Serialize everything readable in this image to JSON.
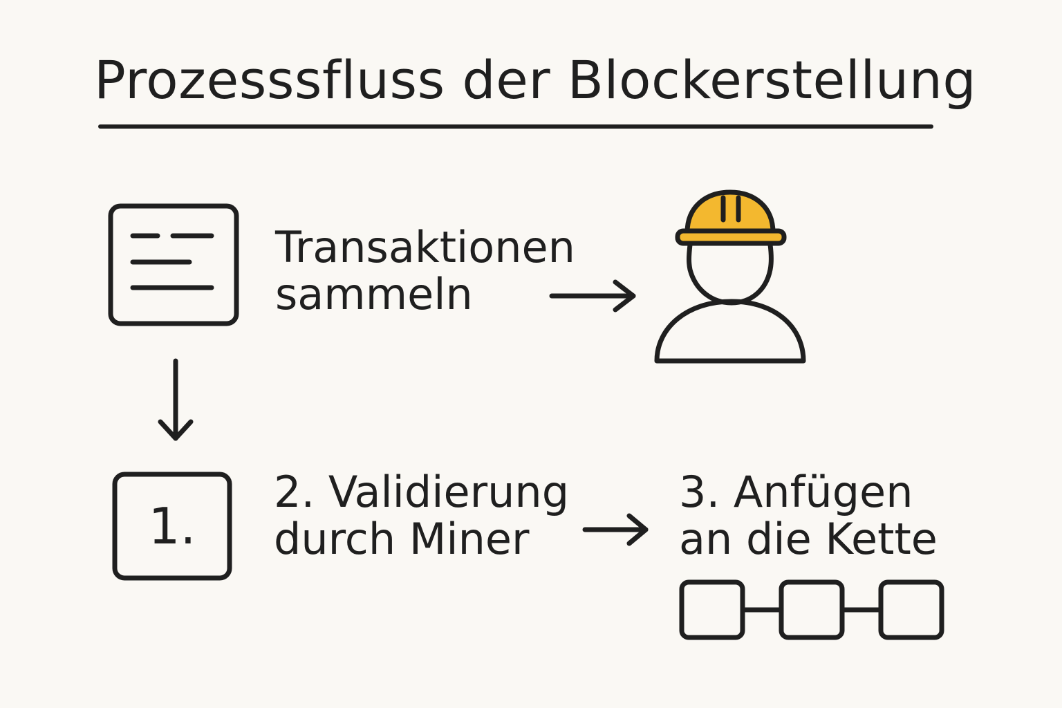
{
  "title": "Prozesssfluss der Blockerstellung",
  "steps": {
    "collect": {
      "line1": "Transaktionen",
      "line2": "sammeln",
      "icon": "document-list-icon"
    },
    "validate": {
      "number": "1.",
      "line1": "2. Validierung",
      "line2": "durch Miner",
      "icon": "miner-hardhat-icon"
    },
    "append": {
      "line1": "3. Anfügen",
      "line2": "an die Kette",
      "icon": "chain-blocks-icon"
    }
  },
  "colors": {
    "background": "#faf8f4",
    "ink": "#1f1f1f",
    "helmet": "#f3b82f"
  }
}
